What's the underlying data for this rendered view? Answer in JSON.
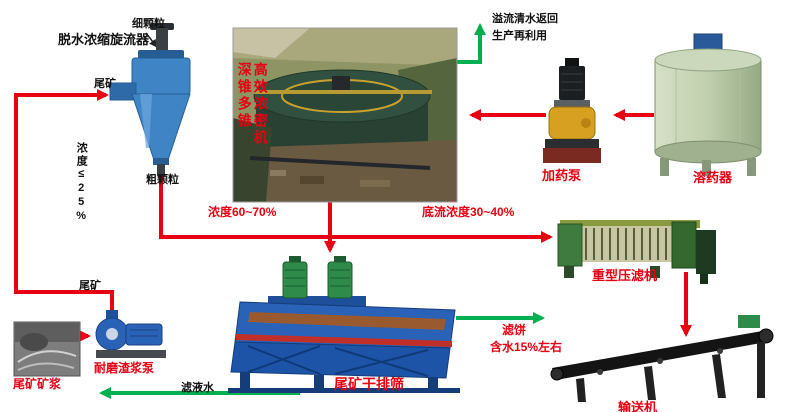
{
  "colors": {
    "flow_red": "#e60012",
    "water_green": "#00b050",
    "text_black": "#111111"
  },
  "equipment": {
    "cyclone": "脱水浓缩旋流器",
    "thickener_col1": "深锥多锥",
    "thickener_col2": "高效浓密机",
    "dosing_pump": "加药泵",
    "dissolver": "溶药器",
    "filter_press": "重型压滤机",
    "screen": "尾矿干排筛",
    "slurry_pump": "耐磨渣浆泵",
    "slurry_pool": "尾矿矿浆",
    "conveyor": "输送机"
  },
  "streams": {
    "fine_particles": "细颗粒",
    "coarse_particles": "粗颗粒",
    "tailings_feed": "尾矿",
    "tailings_line": "尾矿",
    "feed_concentration": "浓度≤25%",
    "screen_feed_concentration": "浓度60~70%",
    "underflow_concentration": "底流浓度30~40%",
    "overflow_line1": "溢流清水返回",
    "overflow_line2": "生产再利用",
    "filtrate": "滤液水",
    "cake_line1": "滤饼",
    "cake_line2": "含水15%左右"
  }
}
